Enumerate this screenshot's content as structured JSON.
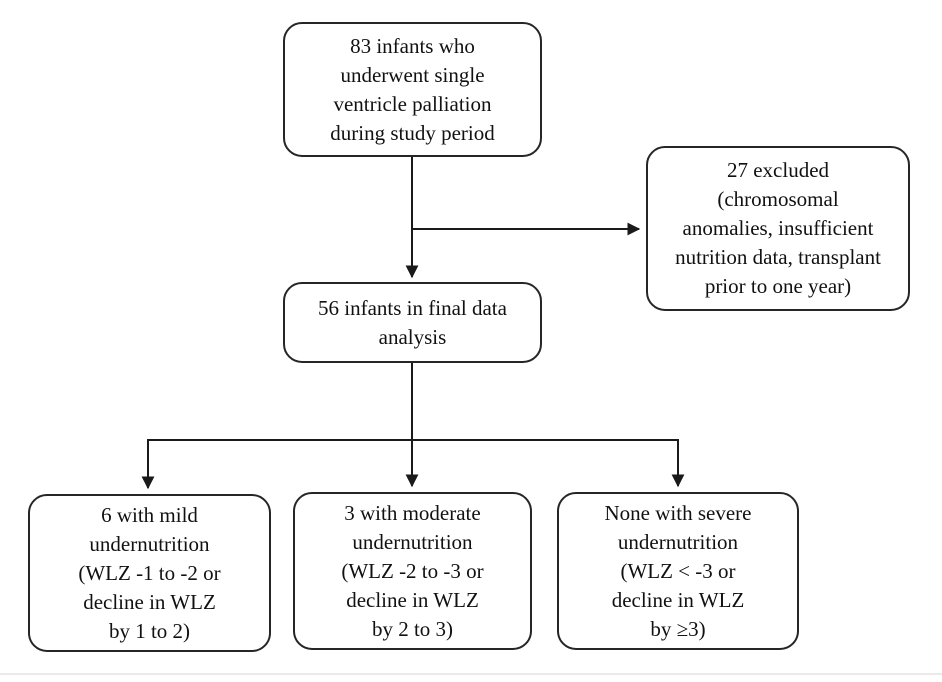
{
  "figure": {
    "background": "#ffffff",
    "box_border_color": "#262626",
    "line_color": "#1a1a1a",
    "text_color": "#111111",
    "bottom_rule_color": "#eaeaea"
  },
  "flowchart": {
    "type": "consort-flow-diagram",
    "enrolled": {
      "lines": [
        "83 infants who",
        "underwent single",
        "ventricle palliation",
        "during study period"
      ]
    },
    "excluded": {
      "lines": [
        "27 excluded",
        "(chromosomal",
        "anomalies, insufficient",
        "nutrition data, transplant",
        "prior to one year)"
      ]
    },
    "final_analysis": {
      "lines": [
        "56 infants in final data",
        "analysis"
      ]
    },
    "mild": {
      "lines": [
        "6 with mild",
        "undernutrition",
        "(WLZ -1 to -2 or",
        "decline in WLZ",
        "by 1 to 2)"
      ]
    },
    "moderate": {
      "lines": [
        "3 with moderate",
        "undernutrition",
        "(WLZ -2 to -3 or",
        "decline in WLZ",
        "by 2 to 3)"
      ]
    },
    "severe": {
      "lines": [
        "None with severe",
        "undernutrition",
        "(WLZ < -3 or",
        "decline in WLZ",
        "by ≥3)"
      ]
    }
  }
}
